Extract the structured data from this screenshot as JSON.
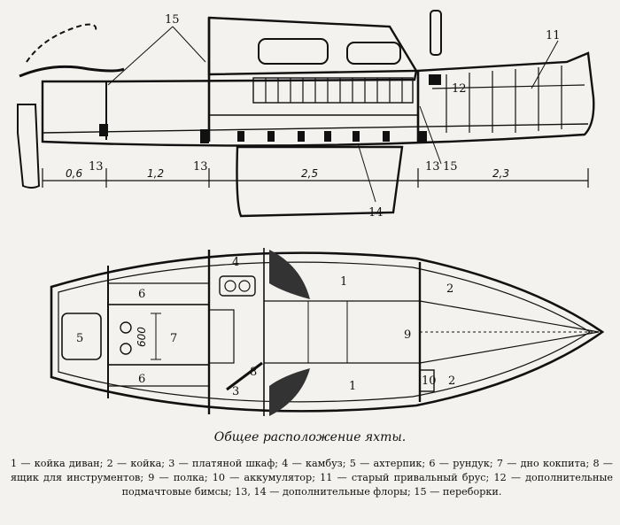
{
  "side_view": {
    "numbers": {
      "n15a": "15",
      "n11": "11",
      "n12": "12",
      "n13a": "13",
      "n13b": "13",
      "n13c": "13",
      "n15b": "15",
      "n14": "14"
    },
    "dims": {
      "d1": "0,6",
      "d2": "1,2",
      "d3": "2,5",
      "d4": "2,3"
    }
  },
  "plan_view": {
    "numbers": {
      "p1a": "1",
      "p1b": "1",
      "p2a": "2",
      "p2b": "2",
      "p3": "3",
      "p4": "4",
      "p5": "5",
      "p6a": "6",
      "p6b": "6",
      "p7": "7",
      "p8": "8",
      "p9": "9",
      "p10": "10"
    },
    "width_label": "600"
  },
  "caption": {
    "title": "Общее расположение яхты.",
    "legend": "1 — койка диван; 2 — койка; 3 — платяной шкаф; 4 — камбуз; 5 — ахтерпик; 6 — рундук; 7 — дно кокпита; 8 — ящик для инструментов; 9 — полка; 10 — аккумулятор; 11 — старый привальный брус; 12 — дополнительные подмачтовые бимсы; 13, 14 — дополнительные флоры; 15 — переборки."
  }
}
